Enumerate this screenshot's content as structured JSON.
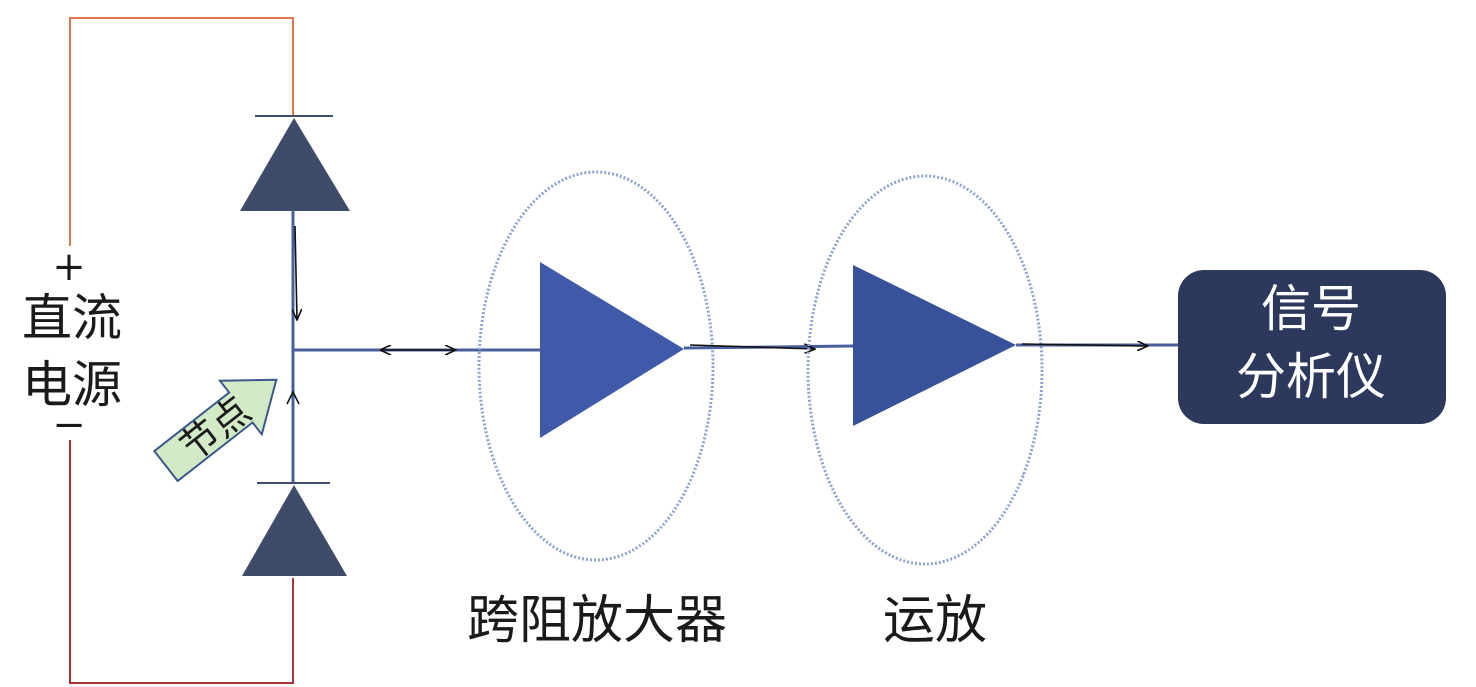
{
  "power_source": {
    "plus": "+",
    "line1": "直流",
    "line2": "电源",
    "minus": "−"
  },
  "node_label": "节点",
  "stages": [
    {
      "label": "跨阻放大器"
    },
    {
      "label": "运放"
    }
  ],
  "output": {
    "line1": "信号",
    "line2": "分析仪"
  },
  "colors": {
    "wire_top": "#e0784a",
    "wire_bottom": "#a8323a",
    "diode": "#3e4b69",
    "signal_line": "#4a5f9e",
    "amp1": "#3f5aa8",
    "amp2": "#37529a",
    "ellipse": "#8ea2d2",
    "node_arrow_fill": "#d3eac6",
    "node_arrow_stroke": "#3b5a8c",
    "output_box": "#2c395d"
  }
}
